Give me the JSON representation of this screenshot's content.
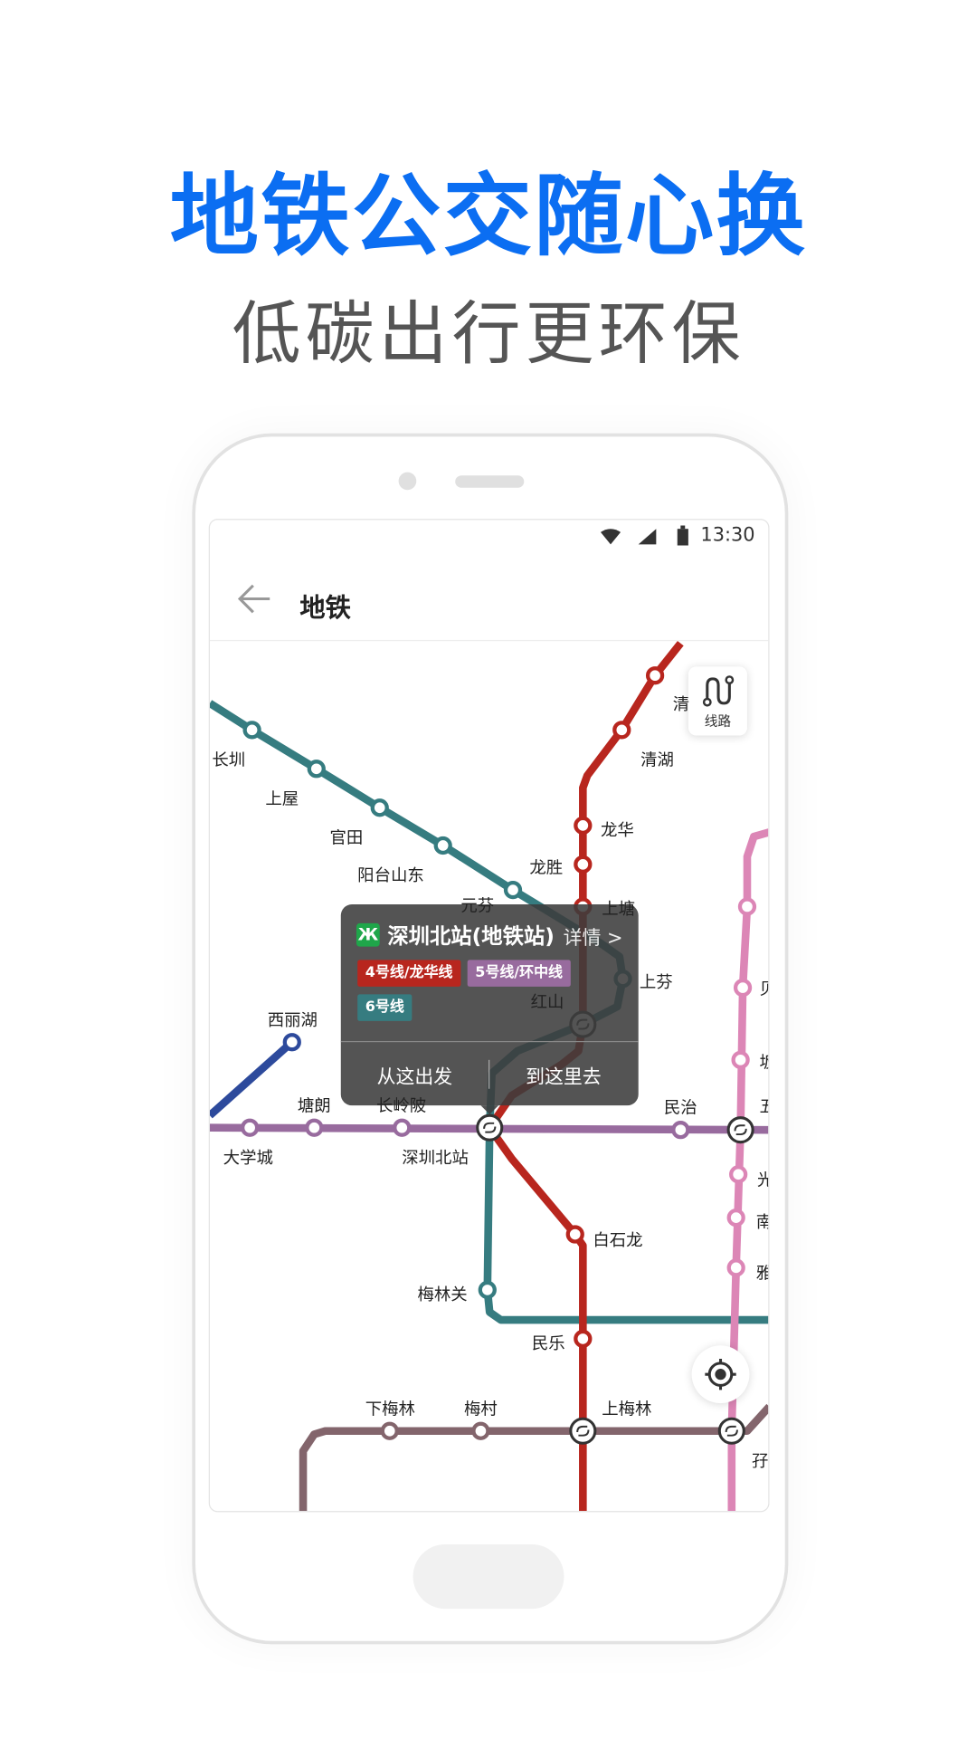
{
  "promo": {
    "title": "地铁公交随心换",
    "subtitle": "低碳出行更环保"
  },
  "status_bar": {
    "time": "13:30",
    "icons": [
      "wifi-icon",
      "signal-icon",
      "battery-icon"
    ]
  },
  "header": {
    "title": "地铁",
    "back_icon": "arrow-left-icon"
  },
  "map_controls": {
    "route_label": "线路",
    "locate_icon": "crosshair-icon"
  },
  "lines": {
    "line4": {
      "color": "#b8261e"
    },
    "line5": {
      "color": "#986b9e"
    },
    "line6": {
      "color": "#367c80"
    },
    "blue": {
      "color": "#2d4a9c"
    },
    "pink": {
      "color": "#dc86b6"
    },
    "brown": {
      "color": "#83656c"
    }
  },
  "stations": [
    "长圳",
    "上屋",
    "官田",
    "阳台山东",
    "元芬",
    "清",
    "清湖",
    "龙华",
    "龙胜",
    "上塘",
    "上芬",
    "红山",
    "西丽湖",
    "塘朗",
    "长岭陂",
    "大学城",
    "深圳北站",
    "民治",
    "白石龙",
    "梅林关",
    "民乐",
    "下梅林",
    "梅村",
    "上梅林",
    "贝",
    "坂",
    "五",
    "光",
    "南",
    "雅",
    "孖"
  ],
  "popup": {
    "station": "深圳北站(地铁站)",
    "metro_icon": "Ж",
    "detail": "详情 >",
    "tags": [
      {
        "label": "4号线/龙华线",
        "color": "#b8261e"
      },
      {
        "label": "5号线/环中线",
        "color": "#986b9e"
      },
      {
        "label": "6号线",
        "color": "#367c80"
      }
    ],
    "from_here": "从这出发",
    "to_here": "到这里去"
  }
}
